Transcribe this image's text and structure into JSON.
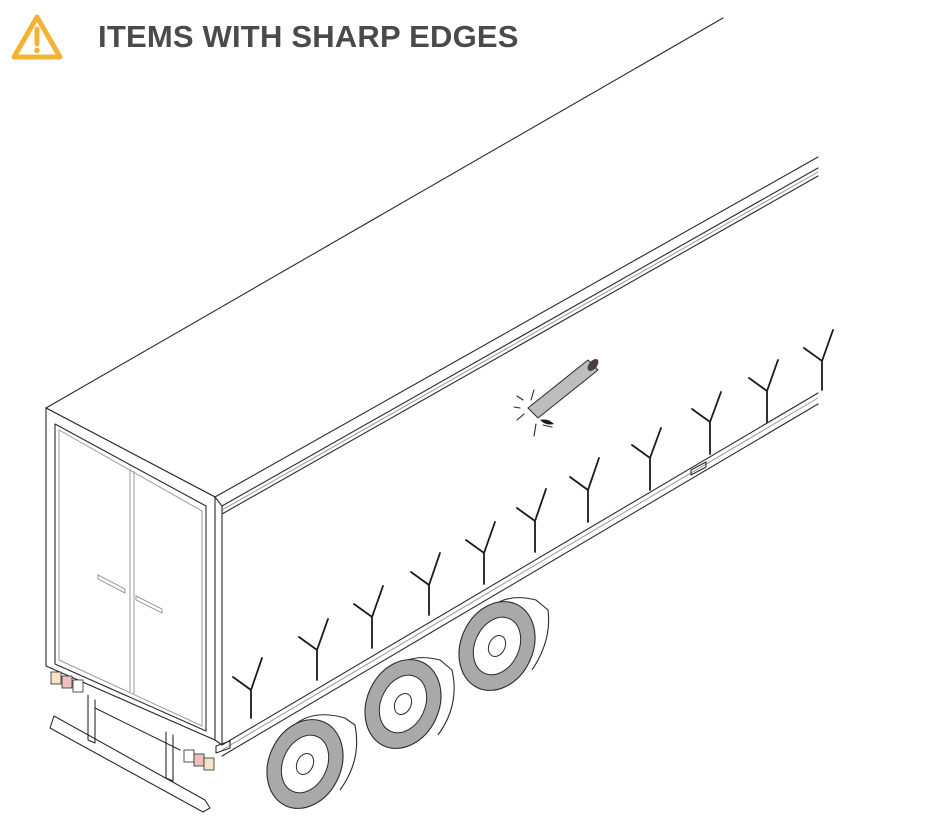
{
  "header": {
    "icon": "warning-triangle-icon",
    "icon_color": "#F5B335",
    "title": "ITEMS WITH SHARP EDGES",
    "title_color": "#4A4A4A"
  },
  "illustration": {
    "subject": "curtain-sider trailer with sharp object piercing side curtain",
    "object_color": "#BDBDBD",
    "tyre_color": "#A9A9A9",
    "strap_count": 11,
    "axle_count": 3,
    "rear_light_colors": [
      "#F9E3C6",
      "#EFC0C0",
      "#FFFFFF"
    ]
  }
}
